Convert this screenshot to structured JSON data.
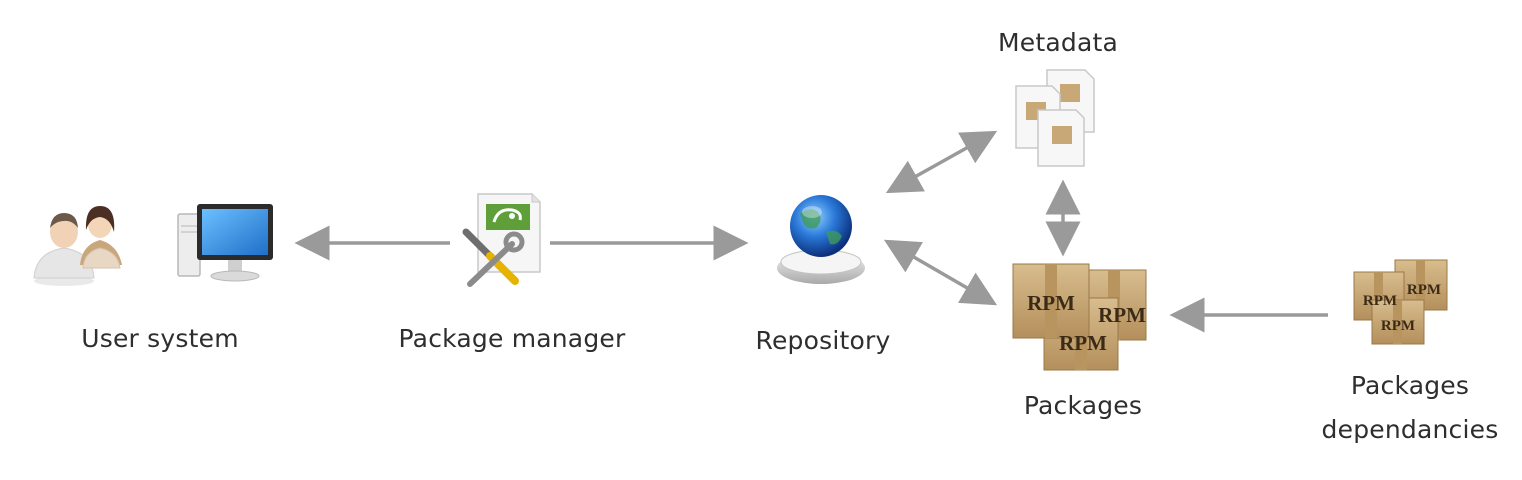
{
  "diagram": {
    "title": "",
    "nodes": {
      "user_system": {
        "label": "User system",
        "icons": [
          "users-icon",
          "computer-icon"
        ]
      },
      "package_manager": {
        "label": "Package manager",
        "icons": [
          "package-manager-icon"
        ]
      },
      "repository": {
        "label": "Repository",
        "icons": [
          "globe-icon"
        ]
      },
      "metadata": {
        "label": "Metadata",
        "icons": [
          "documents-icon"
        ]
      },
      "packages": {
        "label": "Packages",
        "icons": [
          "rpm-boxes-icon"
        ],
        "box_text": "RPM"
      },
      "dependencies": {
        "label_line1": "Packages",
        "label_line2": "dependancies",
        "icons": [
          "rpm-boxes-icon"
        ],
        "box_text": "RPM"
      }
    },
    "edges": [
      {
        "from": "package_manager",
        "to": "user_system",
        "style": "one-way"
      },
      {
        "from": "package_manager",
        "to": "repository",
        "style": "one-way"
      },
      {
        "from": "repository",
        "to": "metadata",
        "style": "two-way"
      },
      {
        "from": "repository",
        "to": "packages",
        "style": "two-way"
      },
      {
        "from": "metadata",
        "to": "packages",
        "style": "two-way"
      },
      {
        "from": "dependencies",
        "to": "packages",
        "style": "one-way"
      }
    ],
    "colors": {
      "arrow": "#9a9a9a",
      "label": "#2e2e2e",
      "box": "#c9a877",
      "monitor_screen": "#2f8fe0",
      "globe": "#1d5fc0"
    }
  }
}
